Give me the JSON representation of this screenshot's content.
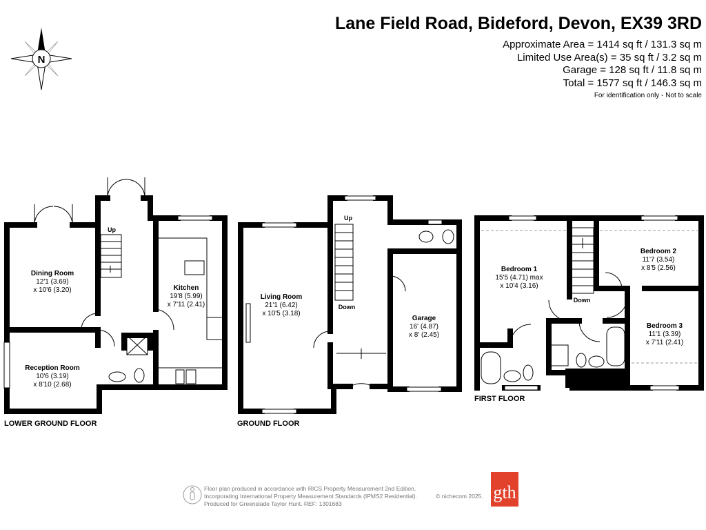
{
  "header": {
    "title": "Lane Field Road, Bideford, Devon, EX39 3RD",
    "areas": [
      "Approximate Area = 1414 sq ft / 131.3 sq m",
      "Limited Use Area(s) = 35 sq ft / 3.2 sq m",
      "Garage = 128 sq ft / 11.8 sq m",
      "Total = 1577 sq ft / 146.3 sq m"
    ],
    "note": "For identification only - Not to scale"
  },
  "compass": {
    "label": "N",
    "icon": "compass-rose-icon"
  },
  "floors": {
    "lower_ground": {
      "label": "LOWER GROUND FLOOR",
      "stairs_label": "Up",
      "rooms": [
        {
          "name": "Dining Room",
          "dim1": "12'1 (3.69)",
          "dim2": "x 10'6 (3.20)"
        },
        {
          "name": "Reception Room",
          "dim1": "10'6 (3.19)",
          "dim2": "x 8'10 (2.68)"
        },
        {
          "name": "Kitchen",
          "dim1": "19'8 (5.99)",
          "dim2": "x 7'11 (2.41)"
        }
      ]
    },
    "ground": {
      "label": "GROUND FLOOR",
      "stairs_up": "Up",
      "stairs_down": "Down",
      "rooms": [
        {
          "name": "Living Room",
          "dim1": "21'1 (6.42)",
          "dim2": "x 10'5 (3.18)"
        },
        {
          "name": "Garage",
          "dim1": "16' (4.87)",
          "dim2": "x 8' (2.45)"
        }
      ]
    },
    "first": {
      "label": "FIRST FLOOR",
      "stairs_down": "Down",
      "rooms": [
        {
          "name": "Bedroom 1",
          "dim1": "15'5 (4.71) max",
          "dim2": "x 10'4 (3.16)"
        },
        {
          "name": "Bedroom 2",
          "dim1": "11'7 (3.54)",
          "dim2": "x 8'5 (2.56)"
        },
        {
          "name": "Bedroom 3",
          "dim1": "11'1 (3.39)",
          "dim2": "x 7'11 (2.41)"
        }
      ]
    }
  },
  "footer": {
    "lines": [
      "Floor plan produced in accordance with RICS Property Measurement 2nd Edition,",
      "Incorporating International Property Measurement Standards (IPMS2 Residential).",
      "Produced for Greenslade Taylor Hunt.   REF: 1301683"
    ],
    "copyright": "© nichecom 2025.",
    "logo_text": "gth",
    "logo_color": "#e2412b"
  }
}
